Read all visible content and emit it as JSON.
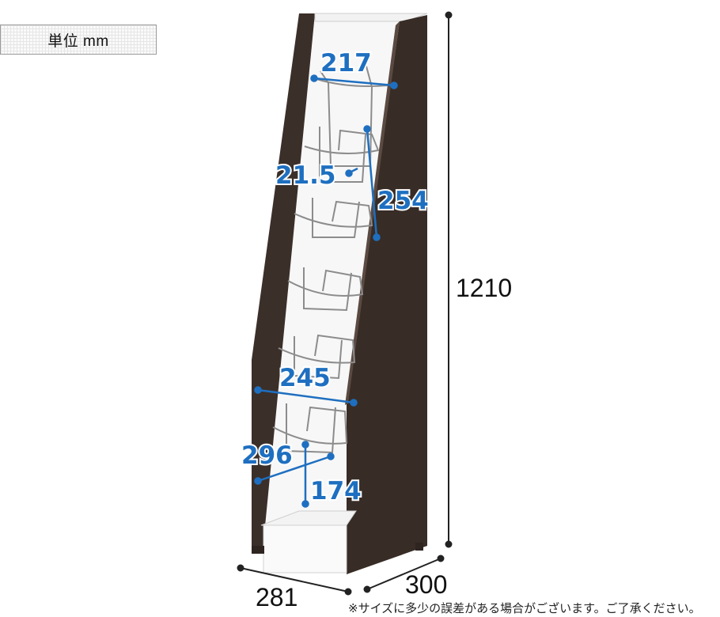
{
  "unit_label": "単位 mm",
  "dimensions": {
    "top_width": "217",
    "gap": "21.5",
    "pocket_height": "254",
    "pocket_width": "245",
    "lower_depth": "296",
    "lower_height": "174",
    "total_height": "1210",
    "base_width": "281",
    "base_depth": "300"
  },
  "note": "※サイズに多少の誤差がある場合がございます。ご了承ください。",
  "colors": {
    "dimension_blue": "#1e6fc0",
    "wood_dark": "#3a2e28",
    "panel_white": "#f4f4f4",
    "wire_gray": "#8c8c8c"
  }
}
